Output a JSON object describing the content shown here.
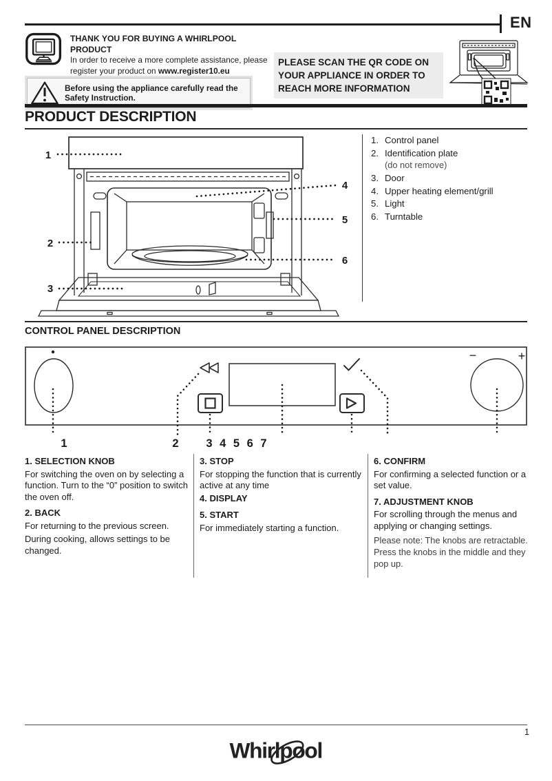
{
  "page": {
    "language": "EN",
    "brand": "Whirlpool"
  },
  "header": {
    "thank_you_title": "THANK YOU FOR BUYING A WHIRLPOOL PRODUCT",
    "thank_you_body": "In order to receive a more complete assistance, please register your product on ",
    "register_url": "www.register10.eu",
    "safety_notice": "Before using the appliance carefully read the Safety Instruction.",
    "qr_notice": "PLEASE SCAN THE QR CODE ON YOUR APPLIANCE IN ORDER TO REACH MORE INFORMATION"
  },
  "product_description": {
    "title": "PRODUCT DESCRIPTION",
    "parts": [
      {
        "num": "1.",
        "label": "Control panel"
      },
      {
        "num": "2.",
        "label": "Identification plate",
        "note": "(do not remove)"
      },
      {
        "num": "3.",
        "label": "Door"
      },
      {
        "num": "4.",
        "label": "Upper heating element/grill"
      },
      {
        "num": "5.",
        "label": "Light"
      },
      {
        "num": "6.",
        "label": "Turntable"
      }
    ],
    "callouts": {
      "c1": "1",
      "c2": "2",
      "c3": "3",
      "c4": "4",
      "c5": "5",
      "c6": "6"
    }
  },
  "control_panel": {
    "title": "CONTROL PANEL DESCRIPTION",
    "minus": "−",
    "plus": "+",
    "callout_1": "1",
    "callout_2": "2",
    "callout_group": "3 4 5 6 7"
  },
  "legend": {
    "col1": {
      "h1": "1. SELECTION KNOB",
      "p1": "For switching the oven on by selecting a function. Turn to the “0” position to switch the oven off.",
      "h2": "2. BACK",
      "p2": "For returning to the previous screen.",
      "p3": "During cooking, allows settings to be changed."
    },
    "col2": {
      "h1": "3. STOP",
      "p1": "For stopping the function that is currently active at any time",
      "h2": "4. DISPLAY",
      "h3": "5. START",
      "p2": "For immediately starting a function."
    },
    "col3": {
      "h1": "6. CONFIRM",
      "p1": "For confirming a selected function or a set value.",
      "h2": "7. ADJUSTMENT KNOB",
      "p2": "For scrolling through the menus and applying or changing settings.",
      "note": "Please note: The knobs are retractable. Press the knobs in the middle and they pop up."
    }
  },
  "footer": {
    "page_number": "1"
  }
}
